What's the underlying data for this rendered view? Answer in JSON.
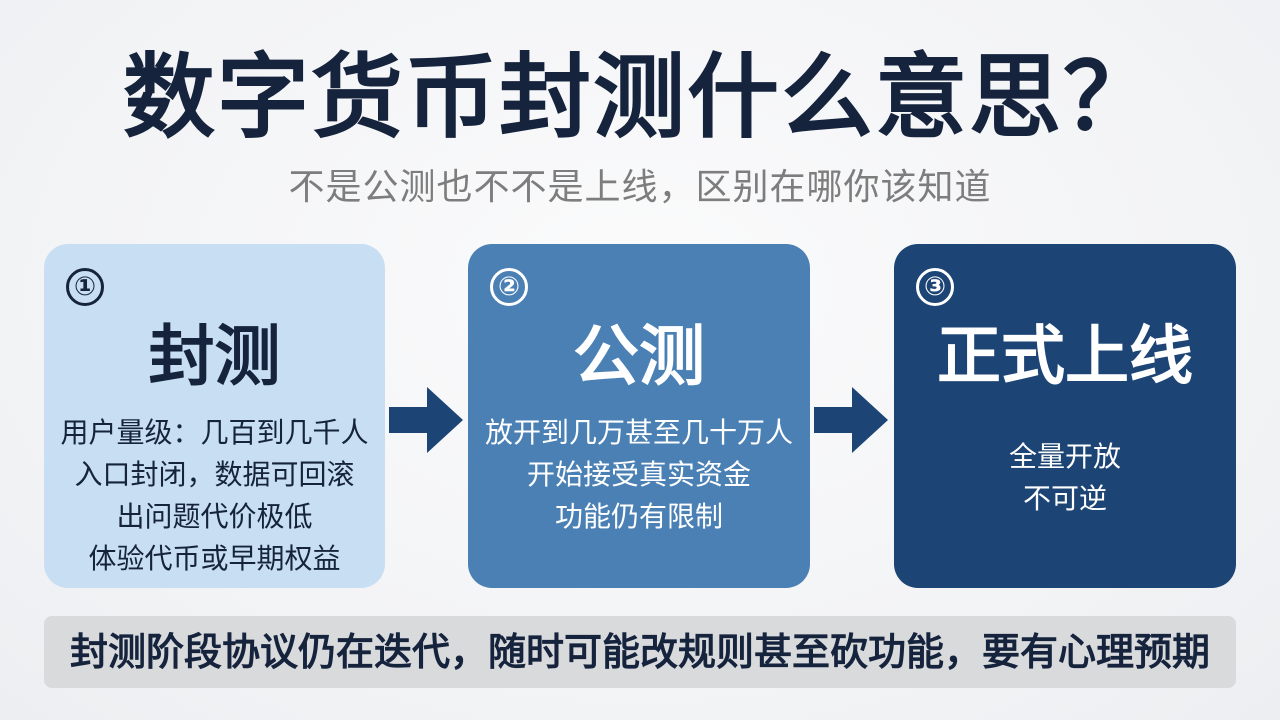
{
  "header": {
    "title": "数字货币封测什么意思？",
    "subtitle": "不是公测也不不是上线，区别在哪你该知道"
  },
  "stages": [
    {
      "number": "①",
      "title": "封测",
      "lines": [
        "用户量级：几百到几千人",
        "入口封闭，数据可回滚",
        "出问题代价极低",
        "体验代币或早期权益"
      ]
    },
    {
      "number": "②",
      "title": "公测",
      "lines": [
        "放开到几万甚至几十万人",
        "开始接受真实资金",
        "功能仍有限制"
      ]
    },
    {
      "number": "③",
      "title": "正式上线",
      "lines": [
        "全量开放",
        "不可逆"
      ]
    }
  ],
  "footer": {
    "note": "封测阶段协议仍在迭代，随时可能改规则甚至砍功能，要有心理预期"
  },
  "colors": {
    "title": "#15233d",
    "stage1": "#c8def2",
    "stage2": "#4b80b5",
    "stage3": "#1c4475",
    "arrow": "#1c4475",
    "banner": "#d9dadc"
  }
}
